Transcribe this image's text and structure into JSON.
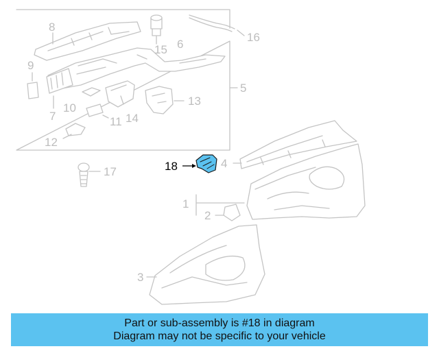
{
  "labels": {
    "l1": "1",
    "l2": "2",
    "l3": "3",
    "l4": "4",
    "l5": "5",
    "l6": "6",
    "l7": "7",
    "l8": "8",
    "l9": "9",
    "l10": "10",
    "l11": "11",
    "l12": "12",
    "l13": "13",
    "l14": "14",
    "l15": "15",
    "l16": "16",
    "l17": "17",
    "l18": "18"
  },
  "highlight": {
    "part": "18",
    "color": "#5bc2f0"
  },
  "banner": {
    "line1": "Part or sub-assembly is #18 in diagram",
    "line2": "Diagram may not be specific to your vehicle",
    "color": "#5bc2f0"
  }
}
